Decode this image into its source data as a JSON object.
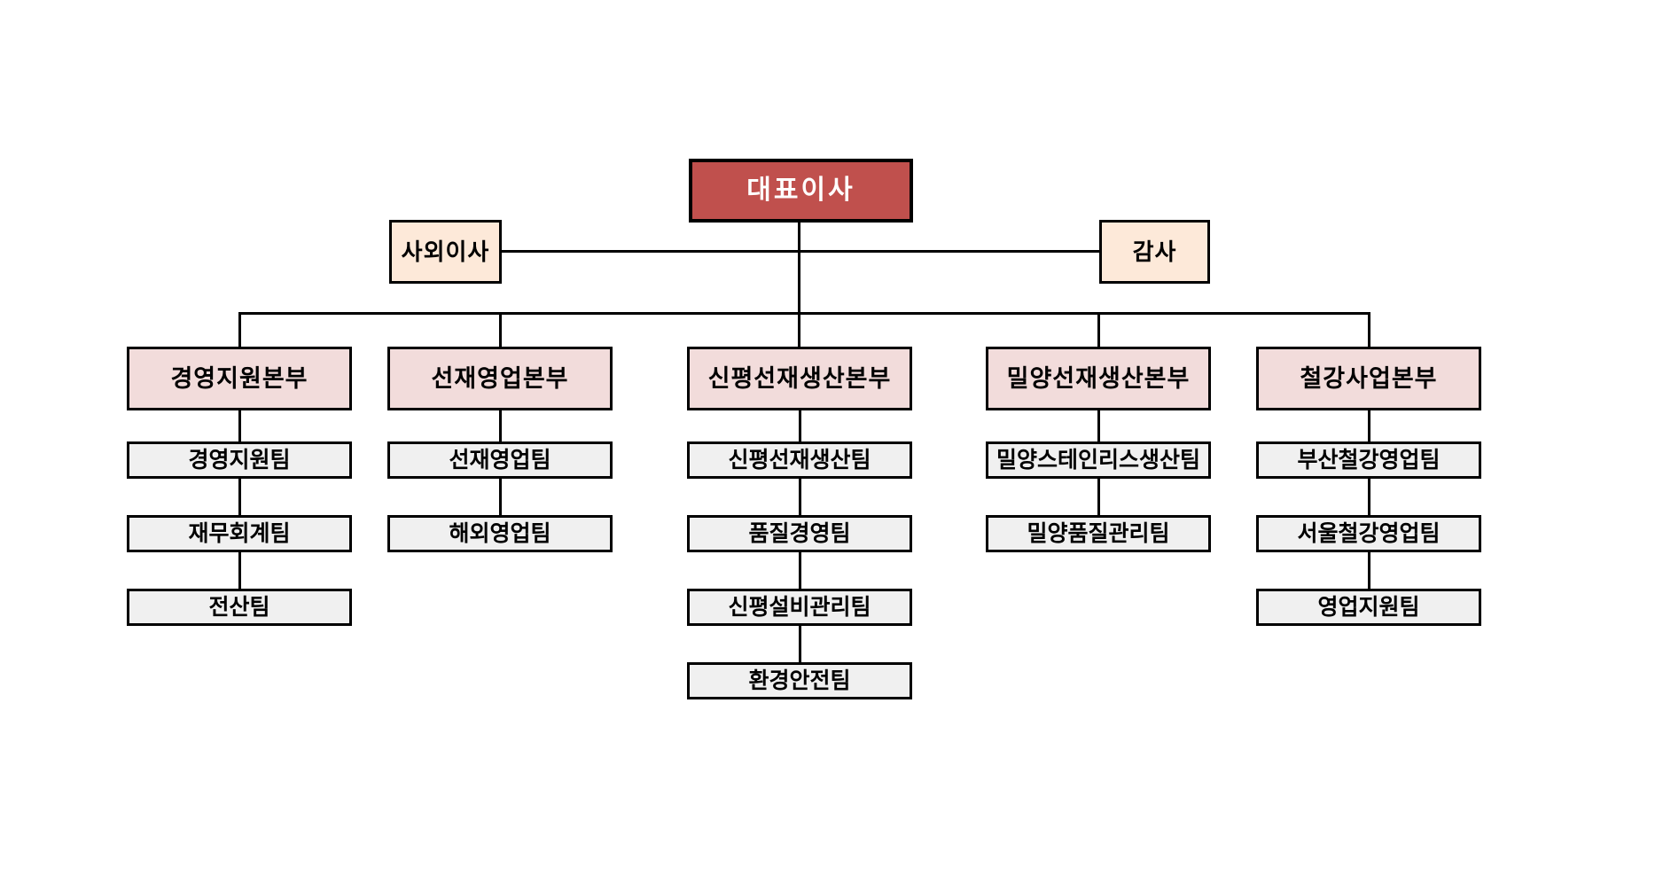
{
  "org_chart": {
    "root": {
      "label": "대표이사"
    },
    "advisors": [
      {
        "label": "사외이사"
      },
      {
        "label": "감사"
      }
    ],
    "divisions": [
      {
        "label": "경영지원본부",
        "teams": [
          "경영지원팀",
          "재무회계팀",
          "전산팀"
        ]
      },
      {
        "label": "선재영업본부",
        "teams": [
          "선재영업팀",
          "해외영업팀"
        ]
      },
      {
        "label": "신평선재생산본부",
        "teams": [
          "신평선재생산팀",
          "품질경영팀",
          "신평설비관리팀",
          "환경안전팀"
        ]
      },
      {
        "label": "밀양선재생산본부",
        "teams": [
          "밀양스테인리스생산팀",
          "밀양품질관리팀"
        ]
      },
      {
        "label": "철강사업본부",
        "teams": [
          "부산철강영업팀",
          "서울철강영업팀",
          "영업지원팀"
        ]
      }
    ],
    "colors": {
      "page_bg": "#FFFFFF",
      "root_fill": "#C0504D",
      "root_text": "#FFFFFF",
      "advisor_fill": "#FDE9D9",
      "division_fill": "#F2DCDB",
      "team_fill": "#F0F0F0",
      "border": "#000000",
      "line": "#000000",
      "text": "#000000"
    }
  }
}
